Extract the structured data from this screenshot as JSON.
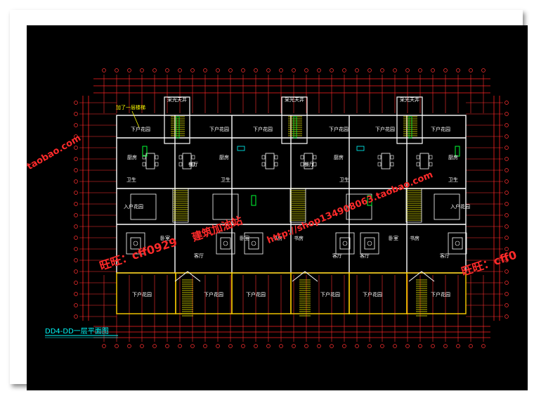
{
  "drawing": {
    "title": "DD4-DD一层平面图",
    "scale": "1:100",
    "colors": {
      "background": "#000000",
      "dimension": "#ff2020",
      "wall": "#ffffff",
      "axis": "#ff3030",
      "room_text": "#ffffff",
      "yard": "#ffd000",
      "stair": "#e8e800",
      "green": "#00ff33",
      "cyan": "#00ffff",
      "watermark": "#ff2a2a"
    },
    "top_labels": [
      "采光天井",
      "采光天井",
      "采光天井"
    ],
    "callout": "加了一层楼梯",
    "rooms": {
      "basement_light": "下户花园",
      "kitchen": "厨房",
      "dining": "餐厅",
      "toilet": "卫生",
      "entry_garden": "入户花园",
      "living": "客厅",
      "bedroom": "卧室",
      "study": "书房",
      "yard": "下户花园"
    }
  },
  "watermarks": {
    "left": "taobao.com",
    "left_lower": "旺旺：cff0929",
    "center": "建筑加油站",
    "diagonal": "http://shop134908063.taobao.com",
    "right": "旺旺：cff0"
  }
}
